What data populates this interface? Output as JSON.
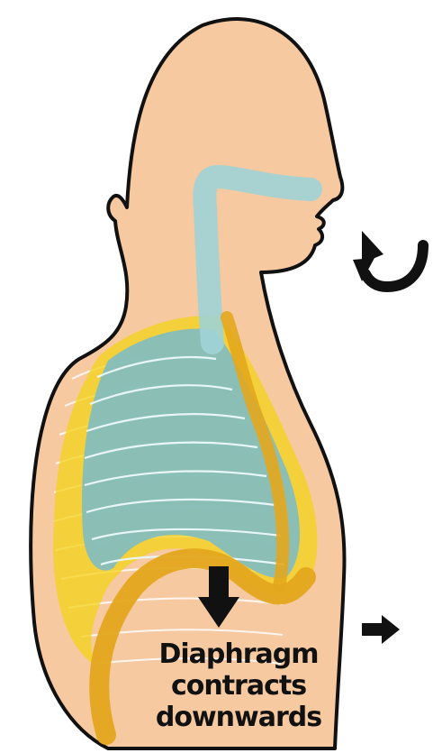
{
  "caption": {
    "line1": "Diaphragm",
    "line2": "contracts",
    "line3": "downwards"
  },
  "colors": {
    "background": "#ffffff",
    "skin": "#f6c9a0",
    "outline": "#111111",
    "airway": "#9fd3d6",
    "lungs": "#7fbcc4",
    "pleura": "#f3d21a",
    "diaphragm": "#e3a71e",
    "ribs": "#ffffff",
    "arrow": "#111111"
  },
  "icons": {
    "inhale": "curved-arrow-icon",
    "down": "down-arrow-icon",
    "right": "right-arrow-icon"
  }
}
